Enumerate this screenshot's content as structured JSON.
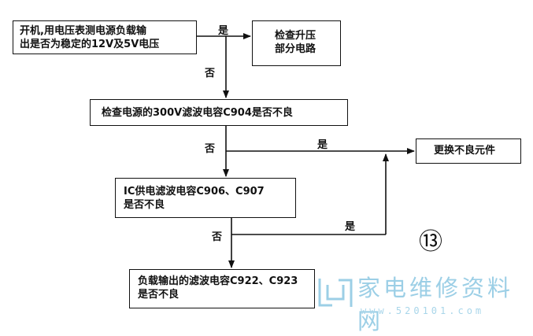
{
  "boxes": {
    "b1": {
      "line1": "开机,用电压表测电源负载输",
      "line2": "出是否为稳定的12V及5V电压"
    },
    "b2": {
      "line1": "检查升压",
      "line2": "部分电路"
    },
    "b3": {
      "line1": "检查电源的300V滤波电容C904是否不良"
    },
    "b4": {
      "line1": "更换不良元件"
    },
    "b5": {
      "line1": "IC供电滤波电容C906、C907",
      "line2": "是否不良"
    },
    "b6": {
      "line1": "负载输出的滤波电容C922、C923",
      "line2": "是否不良"
    }
  },
  "labels": {
    "yes1": "是",
    "no1": "否",
    "no2": "否",
    "yes2": "是",
    "no3": "否",
    "yes3": "是"
  },
  "step_number": "⑬",
  "watermark": {
    "text": "家电维修资料网",
    "url": "www.520101.com"
  }
}
